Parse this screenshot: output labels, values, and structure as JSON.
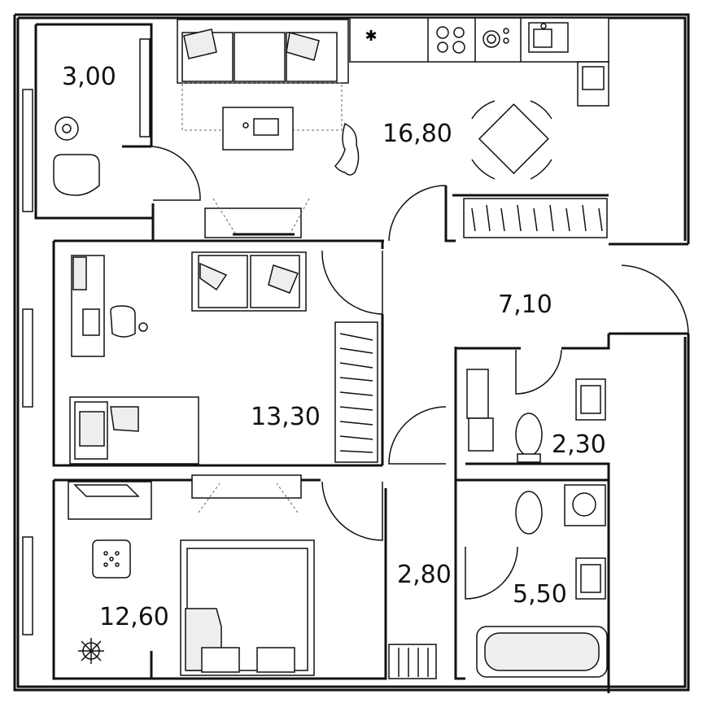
{
  "rooms": [
    {
      "id": "balcony",
      "area": "3,00"
    },
    {
      "id": "kitchen-living",
      "area": "16,80"
    },
    {
      "id": "hall",
      "area": "7,10"
    },
    {
      "id": "bedroom-1",
      "area": "13,30"
    },
    {
      "id": "wc",
      "area": "2,30"
    },
    {
      "id": "corridor",
      "area": "2,80"
    },
    {
      "id": "bathroom",
      "area": "5,50"
    },
    {
      "id": "bedroom-2",
      "area": "12,60"
    }
  ],
  "colors": {
    "wall": "#111111",
    "background": "#ffffff",
    "shade": "#eeeeee"
  }
}
